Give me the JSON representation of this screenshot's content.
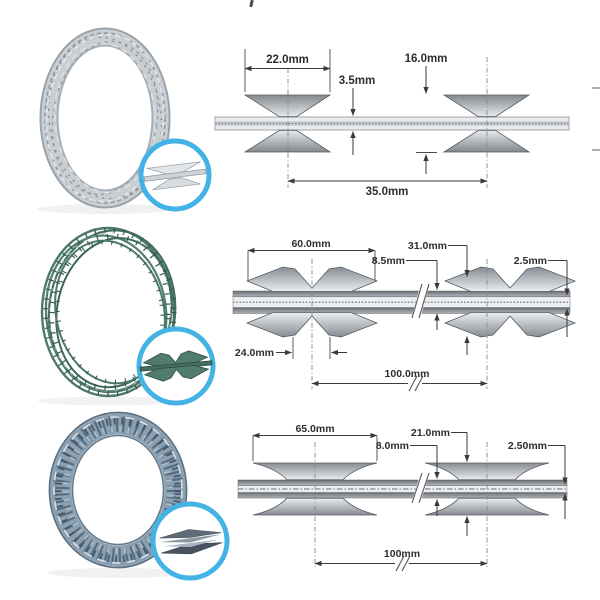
{
  "figure": {
    "background": "#ffffff",
    "dimension_text_color": "#2e2e2e",
    "magnifier_ring_color": "#43b2e4",
    "rows": [
      {
        "coil_style": "galvanized-silver-concertina",
        "coil_color": "#b7bdc3",
        "magnifier_icon": "single-flat-blade-profile-icon",
        "dims": {
          "blade_width": "22.0mm",
          "core_thickness": "3.5mm",
          "barb_length": "16.0mm",
          "blade_spacing": "35.0mm"
        }
      },
      {
        "coil_style": "green-coated-long-barb-concertina",
        "coil_color": "#4a7567",
        "magnifier_icon": "long-barb-blade-profile-icon",
        "dims": {
          "blade_width": "60.0mm",
          "barb_height": "8.5mm",
          "barb_length": "31.0mm",
          "core_thickness": "2.5mm",
          "notch_width": "24.0mm",
          "blade_spacing": "100.0mm"
        }
      },
      {
        "coil_style": "steel-blue-dense-concertina",
        "coil_color": "#8497a6",
        "magnifier_icon": "double-flat-blade-profile-icon",
        "dims": {
          "blade_width": "65.0mm",
          "barb_height": "8.0mm",
          "barb_length": "21.0mm",
          "core_thickness": "2.50mm",
          "blade_spacing": "100mm"
        }
      }
    ]
  }
}
